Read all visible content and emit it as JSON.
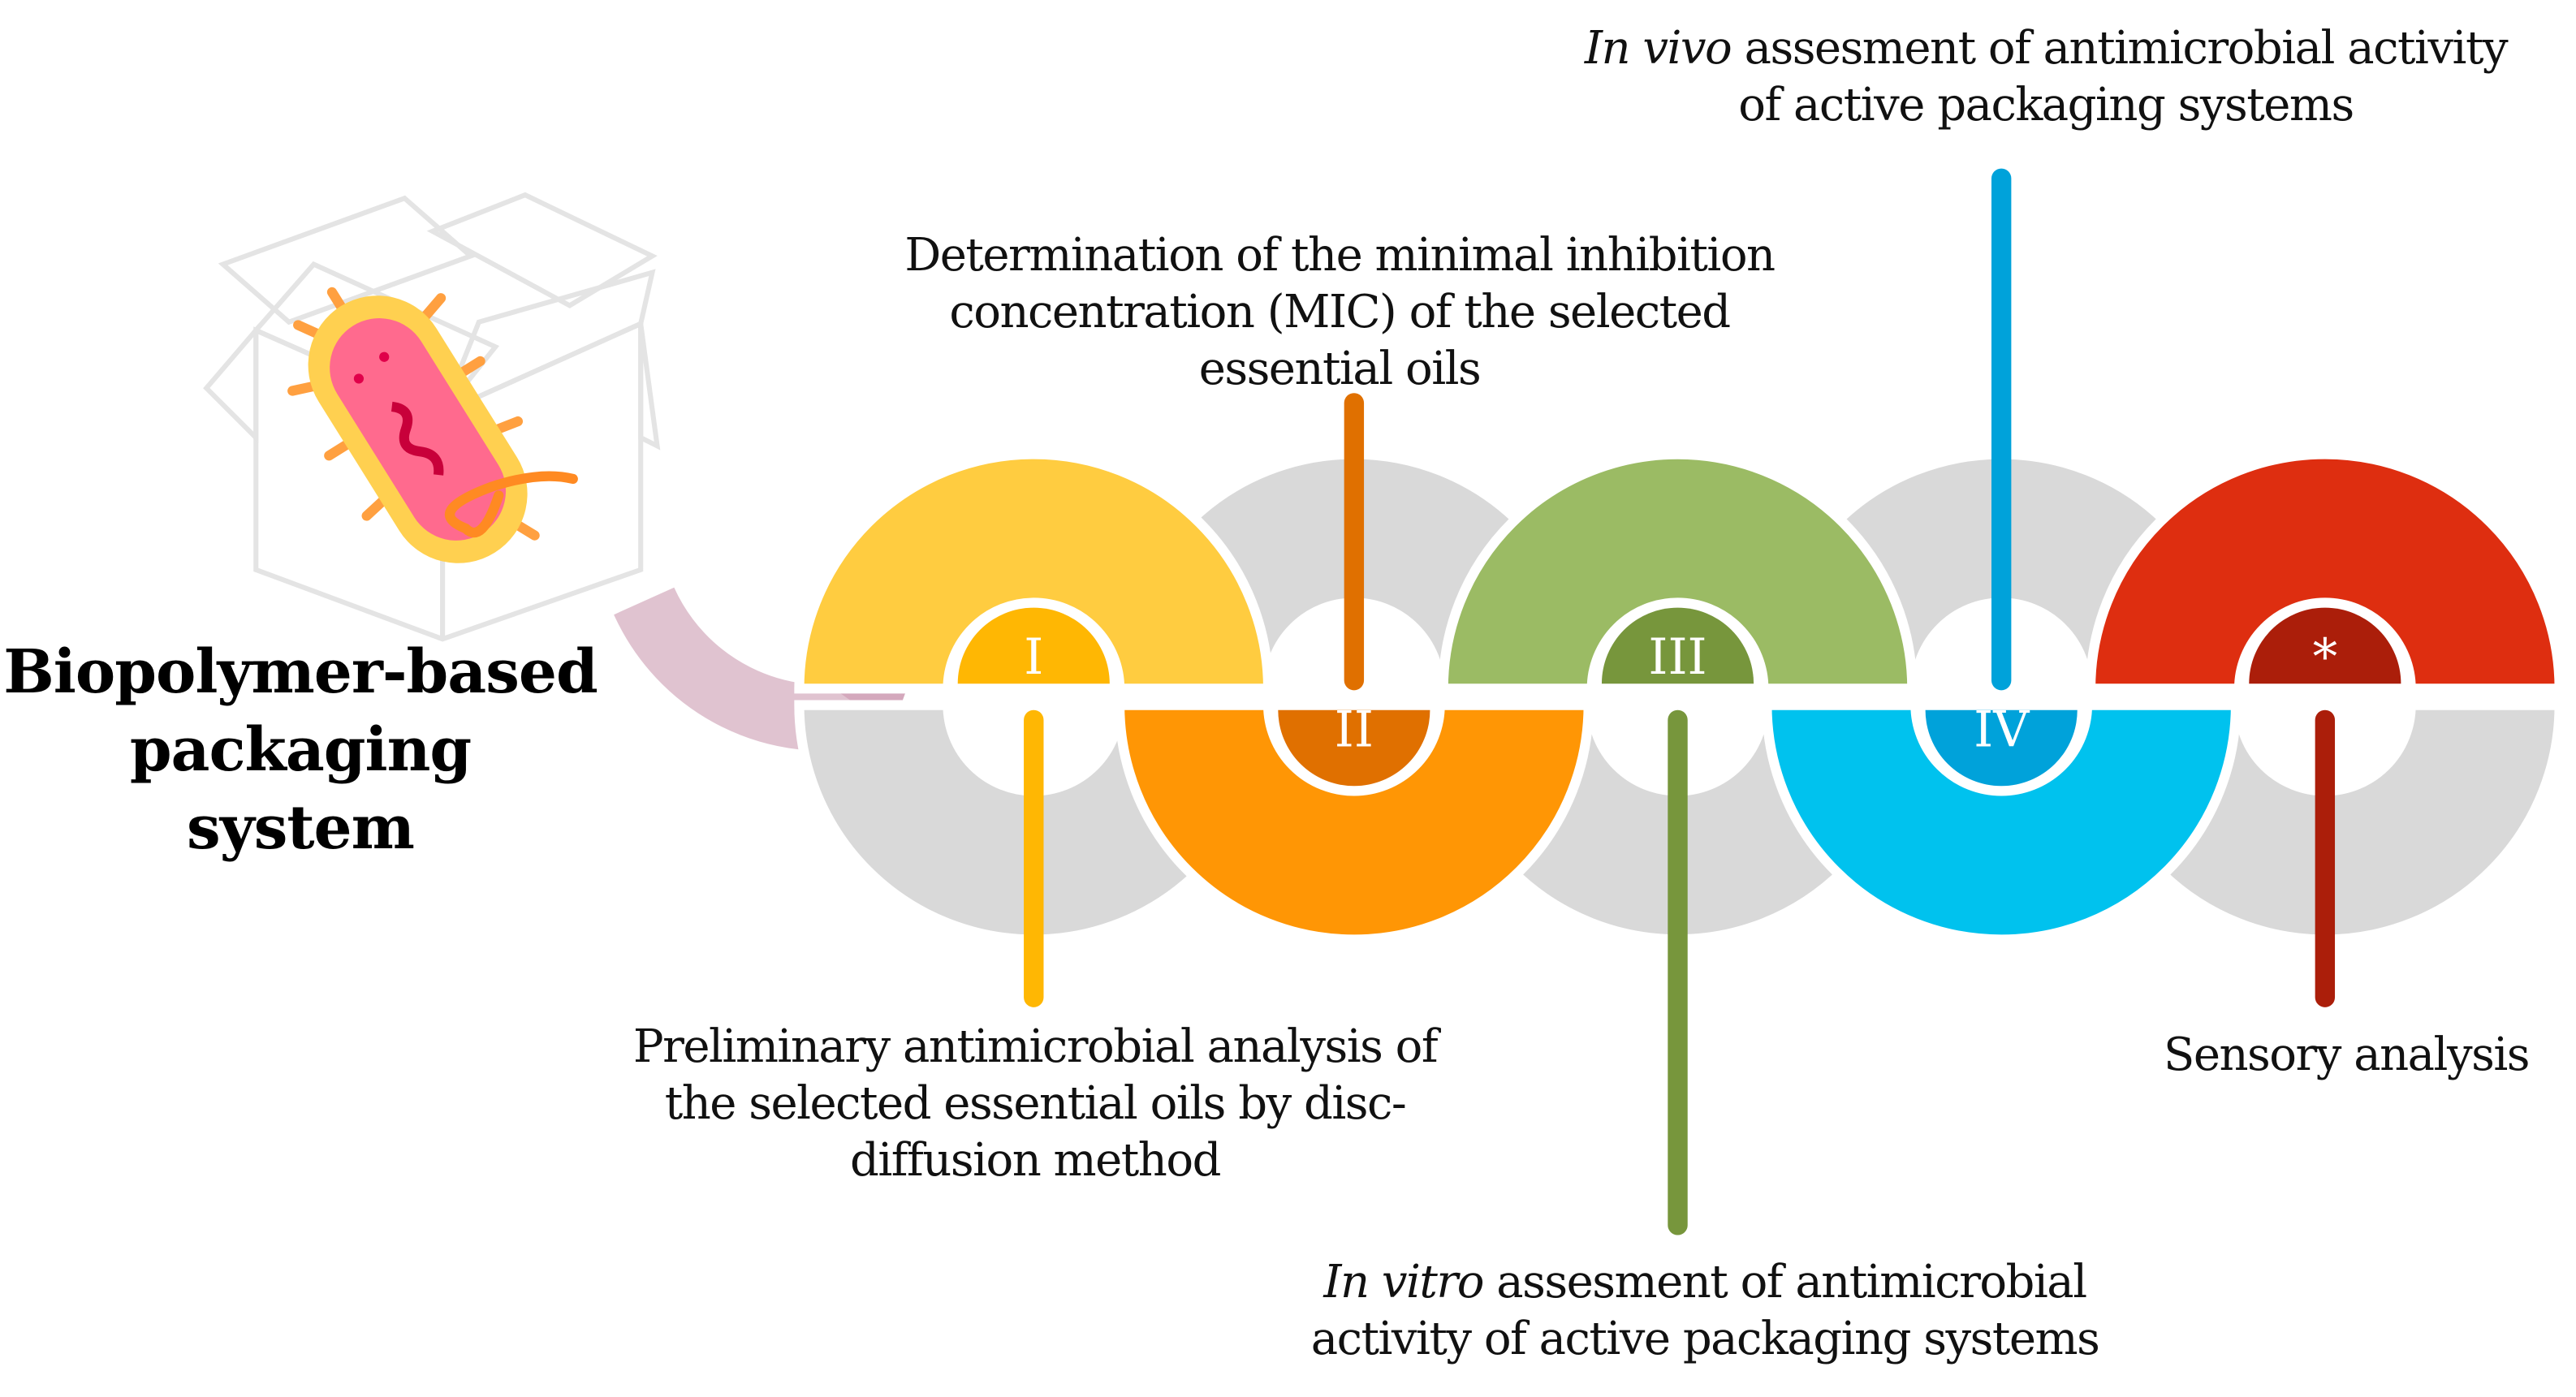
{
  "title": {
    "line1": "Biopolymer-based",
    "line2": "packaging",
    "line3": "system"
  },
  "steps": [
    {
      "numeral": "I",
      "color": "#FFCC40",
      "badge_color": "#FFB703",
      "position": "bottom",
      "label_lines": [
        "Preliminary antimicrobial analysis of",
        "the selected essential oils by disc-",
        "diffusion method"
      ]
    },
    {
      "numeral": "II",
      "color": "#FF9605",
      "badge_color": "#E07000",
      "position": "top",
      "label_lines": [
        "Determination of the minimal inhibition",
        "concentration (MIC) of the selected",
        "essential oils"
      ]
    },
    {
      "numeral": "III",
      "color": "#9BBB64",
      "badge_color": "#77963C",
      "position": "bottom",
      "label_italic": "In vitro",
      "label_lines": [
        " assesment of antimicrobial",
        "activity of active packaging systems"
      ]
    },
    {
      "numeral": "IV",
      "color": "#00C2EE",
      "badge_color": "#00A2DA",
      "position": "top",
      "label_italic": "In vivo",
      "label_lines": [
        " assesment of antimicrobial activity",
        "of active packaging systems"
      ]
    },
    {
      "numeral": "*",
      "color": "#DE2E10",
      "badge_color": "#AB1E0A",
      "position": "bottom",
      "label_lines": [
        "Sensory analysis"
      ]
    }
  ],
  "colors": {
    "ring_gray": "#D9D9D9",
    "arrow": "#D9B3C4",
    "box_outline": "#E6E6E6",
    "bacterium_body": "#FF6A8E",
    "bacterium_rim": "#FFD050",
    "bacterium_flagella": "#FF8A22"
  },
  "icons": [
    "open-box-icon",
    "bacterium-icon",
    "curved-arrow-icon"
  ]
}
